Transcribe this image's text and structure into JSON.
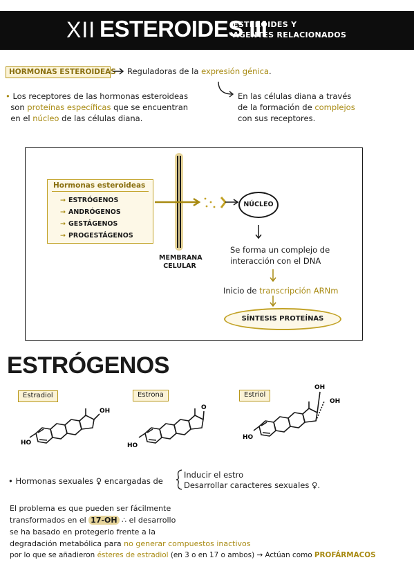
{
  "header": {
    "number": "XII",
    "title": "ESTEROIDES III",
    "subtitle_line1": "ESTEROIDES Y",
    "subtitle_line2": "AGENTES RELACIONADOS"
  },
  "intro": {
    "box_label": "HORMONAS ESTEROIDEAS",
    "def_prefix": "Reguladoras de la",
    "def_highlight": "expresión génica",
    "def_suffix": ".",
    "left_l1_a": "Los receptores de las hormonas esteroideas",
    "left_l2_a": "son",
    "left_l2_b": "proteínas específicas",
    "left_l2_c": "que se encuentran",
    "left_l3_a": "en el",
    "left_l3_b": "núcleo",
    "left_l3_c": "de las células diana.",
    "right_l1": "En las células diana a través",
    "right_l2_a": "de la formación de",
    "right_l2_b": "complejos",
    "right_l3": "con sus receptores."
  },
  "diagram": {
    "hormones_title": "Hormonas esteroideas",
    "hormones": [
      "ESTRÓGENOS",
      "ANDRÓGENOS",
      "GESTÁGENOS",
      "PROGESTÁGENOS"
    ],
    "membrane_l1": "MEMBRANA",
    "membrane_l2": "CELULAR",
    "nucleus": "NÚCLEO",
    "complex_l1": "Se forma un complejo de",
    "complex_l2": "interacción con el DNA",
    "transcription_prefix": "Inicio de",
    "transcription_highlight": "transcripción ARNm",
    "synthesis": "SÍNTESIS PROTEÍNAS"
  },
  "estrogenos": {
    "title": "ESTRÓGENOS",
    "compounds": [
      {
        "name": "Estradiol",
        "groups": [
          "OH",
          "HO"
        ]
      },
      {
        "name": "Estrona",
        "groups": [
          "O",
          "HO"
        ]
      },
      {
        "name": "Estriol",
        "groups": [
          "OH",
          "OH",
          "HO"
        ]
      }
    ],
    "bullet_a": "• Hormonas sexuales ♀ encargadas de",
    "bullet_b1": "Inducir el estro",
    "bullet_b2": "Desarrollar caracteres sexuales ♀.",
    "p_l1": "El problema es que pueden ser fácilmente",
    "p_l2_a": "transformados en el",
    "p_l2_b": "17-OH",
    "p_l2_c": "∴ el desarrollo",
    "p_l3": "se ha basado en protegerlo frente a la",
    "p_l4_a": "degradación metabólica para",
    "p_l4_b": "no generar compuestos inactivos",
    "p_l5_a": "por lo que se añadieron",
    "p_l5_b": "ésteres de estradiol",
    "p_l5_c": "(en 3 o en 17 o ambos)",
    "p_l5_d": "→  Actúan como",
    "p_l5_e": "PROFÁRMACOS"
  },
  "colors": {
    "accent": "#a88a12",
    "highlight": "#e6d49a",
    "ink": "#1a1a1a",
    "banner": "#0d0d0d"
  }
}
